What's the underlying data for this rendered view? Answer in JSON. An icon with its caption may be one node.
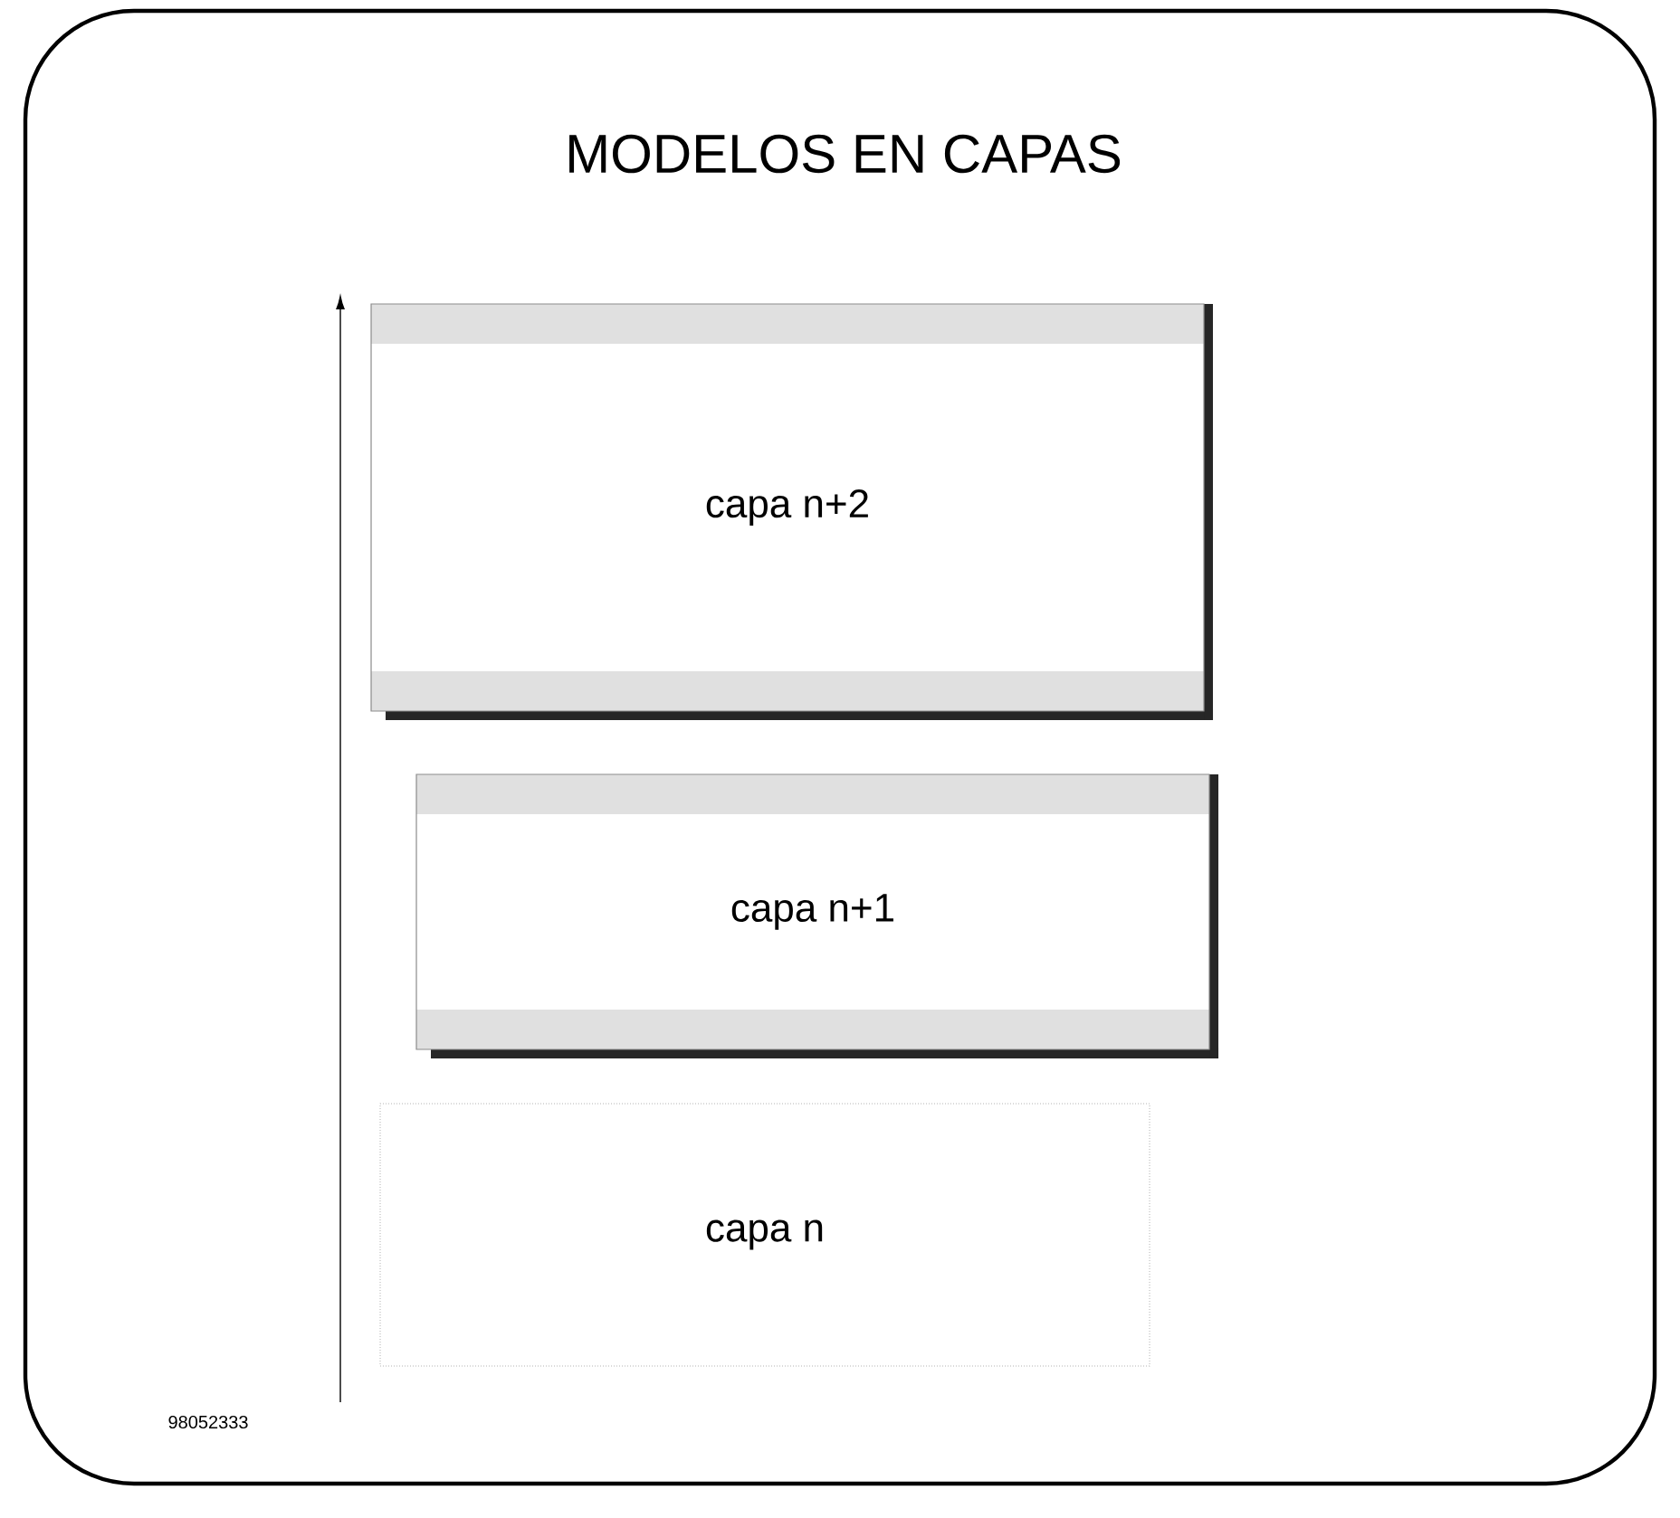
{
  "diagram": {
    "title": "MODELOS EN CAPAS",
    "nodes": [
      {
        "text": [
          "capa n+2"
        ]
      },
      {
        "text": [
          "capa n+1"
        ]
      },
      {
        "text": [
          "capa n"
        ]
      }
    ],
    "labels": [
      "98052333"
    ]
  }
}
